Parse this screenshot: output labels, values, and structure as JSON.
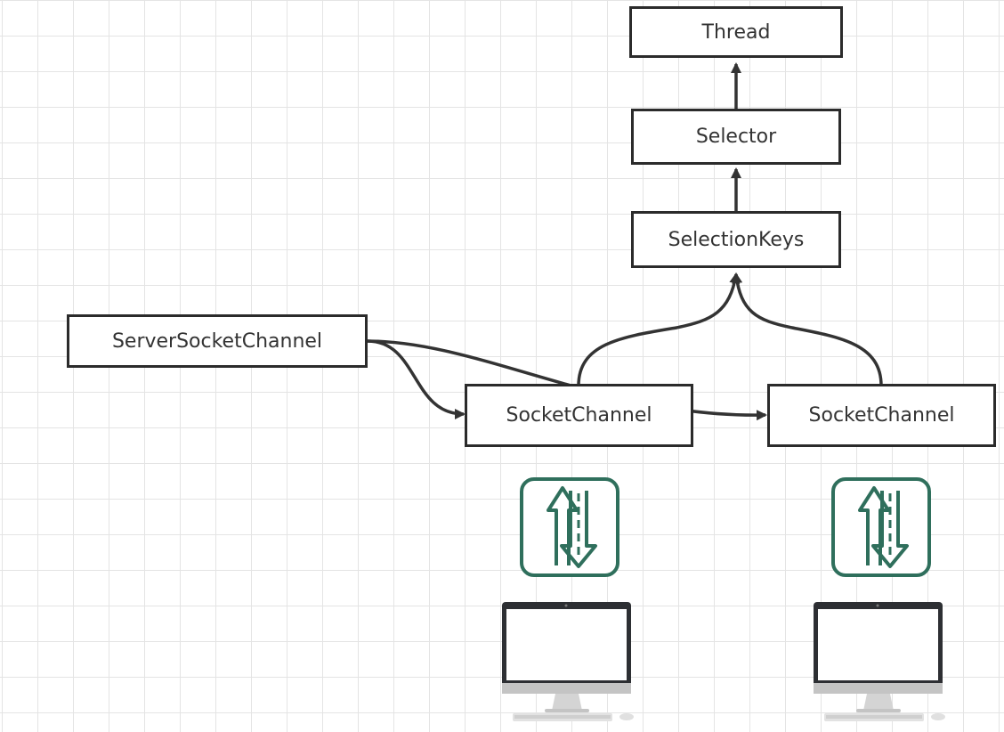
{
  "nodes": {
    "thread": "Thread",
    "selector": "Selector",
    "selection_keys": "SelectionKeys",
    "server_socket_channel": "ServerSocketChannel",
    "socket_channel_1": "SocketChannel",
    "socket_channel_2": "SocketChannel"
  },
  "edges": [
    {
      "from": "Selector",
      "to": "Thread"
    },
    {
      "from": "SelectionKeys",
      "to": "Selector"
    },
    {
      "from": "SocketChannel (left)",
      "to": "SelectionKeys"
    },
    {
      "from": "SocketChannel (right)",
      "to": "SelectionKeys"
    },
    {
      "from": "ServerSocketChannel",
      "to": "SocketChannel (left)"
    },
    {
      "from": "ServerSocketChannel",
      "to": "SocketChannel (right)"
    }
  ],
  "icons": {
    "transfer": "transfer-arrows-icon",
    "computer": "desktop-computer-icon"
  },
  "colors": {
    "box_border": "#2b2b2b",
    "edge": "#333333",
    "transfer_icon": "#2f6f5c",
    "monitor_frame": "#2d2f33",
    "monitor_stand": "#c4c4c4"
  }
}
